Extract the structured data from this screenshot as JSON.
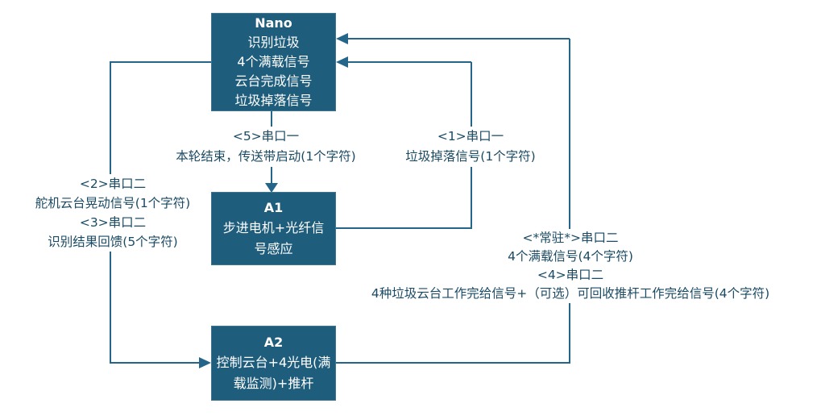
{
  "colors": {
    "node_fill": "#1f5d7c",
    "node_border": "#41748e",
    "node_text": "#ffffff",
    "connector": "#26658a",
    "label_text": "#1a4a64",
    "background": "#ffffff"
  },
  "nodes": {
    "nano": {
      "title": "Nano",
      "lines": [
        "识别垃圾",
        "4个满载信号",
        "云台完成信号",
        "垃圾掉落信号"
      ]
    },
    "a1": {
      "title": "A1",
      "body": "步进电机+光纤信号感应"
    },
    "a2": {
      "title": "A2",
      "body": "控制云台+4光电(满载监测)+推杆"
    }
  },
  "labels": {
    "nano_to_a1": {
      "lines": [
        "<5>串口一",
        "本轮结束，传送带启动(1个字符)"
      ]
    },
    "a1_to_nano": {
      "lines": [
        "<1>串口一",
        "垃圾掉落信号(1个字符)"
      ]
    },
    "nano_to_a2": {
      "lines": [
        "<2>串口二",
        "舵机云台晃动信号(1个字符)",
        "<3>串口二",
        "识别结果回馈(5个字符)"
      ]
    },
    "a2_to_nano": {
      "lines": [
        "<*常驻*>串口二",
        "4个满载信号(4个字符)",
        "<4>串口二",
        "4种垃圾云台工作完给信号+（可选）可回收推杆工作完给信号(4个字符)"
      ]
    }
  }
}
